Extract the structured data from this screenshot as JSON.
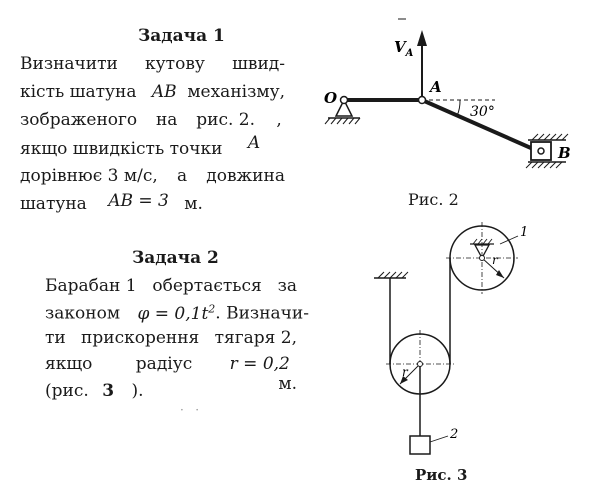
{
  "task1": {
    "title": "Задача 1",
    "l1": [
      "Визначити",
      "кутову",
      "швид-"
    ],
    "l2a": "кість шатуна",
    "l2b": "AB",
    "l2c": "механізму,",
    "l3": [
      "зображеного",
      "на",
      "рис. 2."
    ],
    "l3tail": ",",
    "l4a": "якщо швидкість точки",
    "l4b": "A",
    "l5a": "дорівнює 3 м/с,",
    "l5b": "а",
    "l5c": "довжина",
    "l6a": "шатуна",
    "l6b": "AB = 3",
    "l6c": "м."
  },
  "task2": {
    "title": "Задача 2",
    "l1": [
      "Барабан 1",
      "обертається",
      "за"
    ],
    "l2a": "законом",
    "l2b": "φ = 0,1t",
    "l2sup": "2",
    "l2c": ". Визначи-",
    "l3": [
      "ти",
      "прискорення",
      "тягаря 2,"
    ],
    "l4a": "якщо",
    "l4b": "радіус",
    "l4c": "r = 0,2",
    "l4d": "м.",
    "l5a": "(рис.",
    "l5b": "3",
    "l5c": ").",
    "dots": "·   ·"
  },
  "fig2": {
    "caption": "Рис. 2",
    "label_O": "O",
    "label_A": "A",
    "label_B": "B",
    "velocity_label": "V",
    "velocity_sub": "A",
    "angle_label": "30°"
  },
  "fig3": {
    "caption": "Рис. 3",
    "label_1": "1",
    "label_2": "2",
    "label_r": "r"
  }
}
